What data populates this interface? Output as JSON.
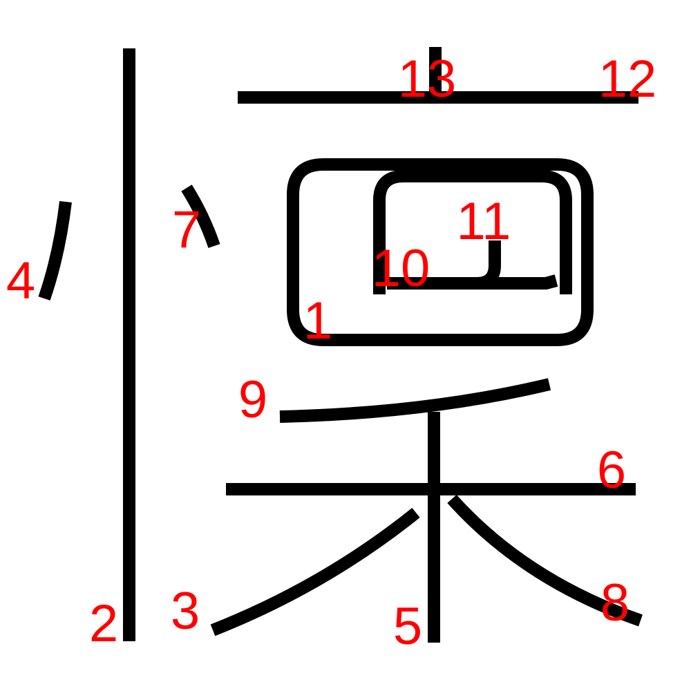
{
  "colors": {
    "stroke": "#000000",
    "label": "#ff0000",
    "background": "#ffffff"
  },
  "strokes": [
    {
      "number": "1",
      "shape": "outer-rounded-box"
    },
    {
      "number": "2",
      "shape": "long-vertical"
    },
    {
      "number": "3",
      "shape": "left-falling-sweep"
    },
    {
      "number": "4",
      "shape": "left-dot"
    },
    {
      "number": "5",
      "shape": "center-vertical"
    },
    {
      "number": "6",
      "shape": "lower-horizontal"
    },
    {
      "number": "7",
      "shape": "right-dot"
    },
    {
      "number": "8",
      "shape": "right-falling-sweep"
    },
    {
      "number": "9",
      "shape": "upper-falling-horizontal"
    },
    {
      "number": "10",
      "shape": "inner-box-frame"
    },
    {
      "number": "11",
      "shape": "inner-hook"
    },
    {
      "number": "12",
      "shape": "top-horizontal"
    },
    {
      "number": "13",
      "shape": "top-tick"
    }
  ]
}
